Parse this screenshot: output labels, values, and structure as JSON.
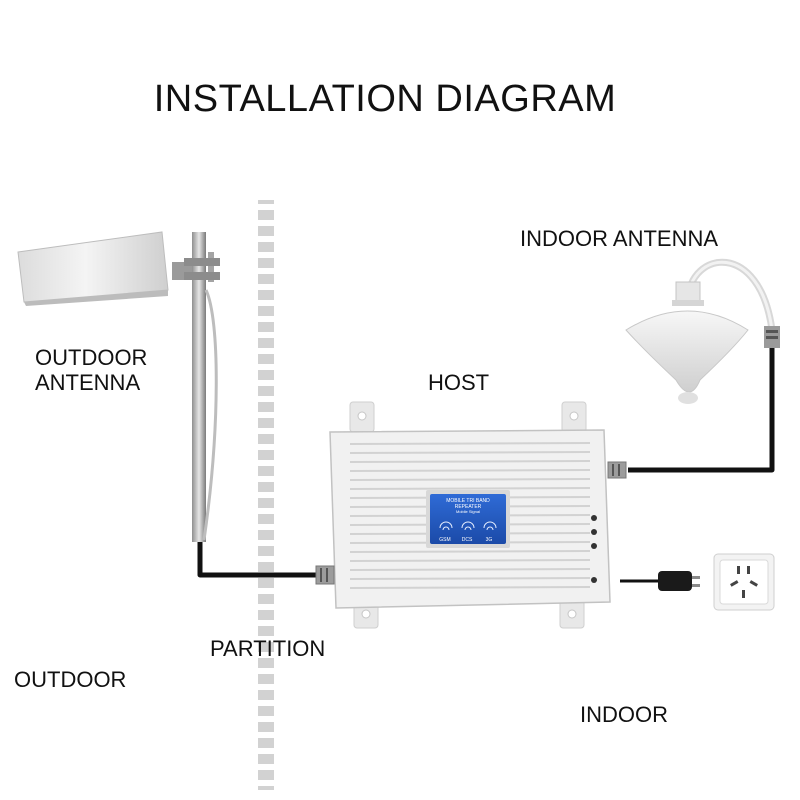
{
  "title": "INSTALLATION DIAGRAM",
  "labels": {
    "indoor_antenna": "INDOOR ANTENNA",
    "outdoor_antenna": "OUTDOOR\nANTENNA",
    "host": "HOST",
    "partition": "PARTITION",
    "outdoor": "OUTDOOR",
    "indoor": "INDOOR"
  },
  "host_display": {
    "title": "MOBILE TRI BAND REPEATER",
    "subtitle": "Mobile Signal",
    "bands": [
      "GSM",
      "DCS",
      "3G"
    ]
  }
}
